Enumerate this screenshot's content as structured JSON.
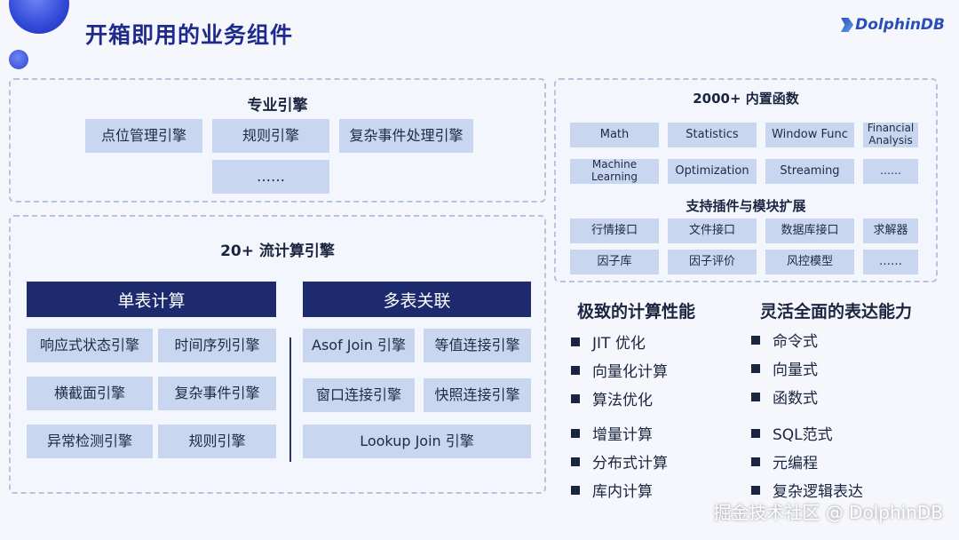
{
  "header": {
    "title": "开箱即用的业务组件",
    "logo_text": "DolphinDB"
  },
  "specialized": {
    "title": "专业引擎",
    "items": [
      "点位管理引擎",
      "规则引擎",
      "复杂事件处理引擎",
      "……"
    ]
  },
  "functions": {
    "title": "2000+ 内置函数",
    "items": [
      "Math",
      "Statistics",
      "Window Func",
      "Financial Analysis",
      "Machine Learning",
      "Optimization",
      "Streaming",
      "……"
    ],
    "plugins_title": "支持插件与模块扩展",
    "plugins": [
      "行情接口",
      "文件接口",
      "数据库接口",
      "求解器",
      "因子库",
      "因子评价",
      "风控模型",
      "……"
    ]
  },
  "streaming": {
    "title": "20+ 流计算引擎",
    "single_table": {
      "header": "单表计算",
      "items": [
        "响应式状态引擎",
        "时间序列引擎",
        "横截面引擎",
        "复杂事件引擎",
        "异常检测引擎",
        "规则引擎"
      ]
    },
    "multi_table": {
      "header": "多表关联",
      "items": [
        "Asof Join 引擎",
        "等值连接引擎",
        "窗口连接引擎",
        "快照连接引擎",
        "Lookup Join 引擎"
      ]
    }
  },
  "performance": {
    "title": "极致的计算性能",
    "items": [
      "JIT 优化",
      "向量化计算",
      "算法优化",
      "增量计算",
      "分布式计算",
      "库内计算"
    ]
  },
  "expressiveness": {
    "title": "灵活全面的表达能力",
    "items": [
      "命令式",
      "向量式",
      "函数式",
      "SQL范式",
      "元编程",
      "复杂逻辑表达"
    ]
  },
  "watermark": "掘金技术社区 @ DolphinDB",
  "colors": {
    "title": "#1e2a8c",
    "header_bar": "#1e2a6e",
    "cell": "#c8d6ef",
    "accent": "#3148d8"
  }
}
